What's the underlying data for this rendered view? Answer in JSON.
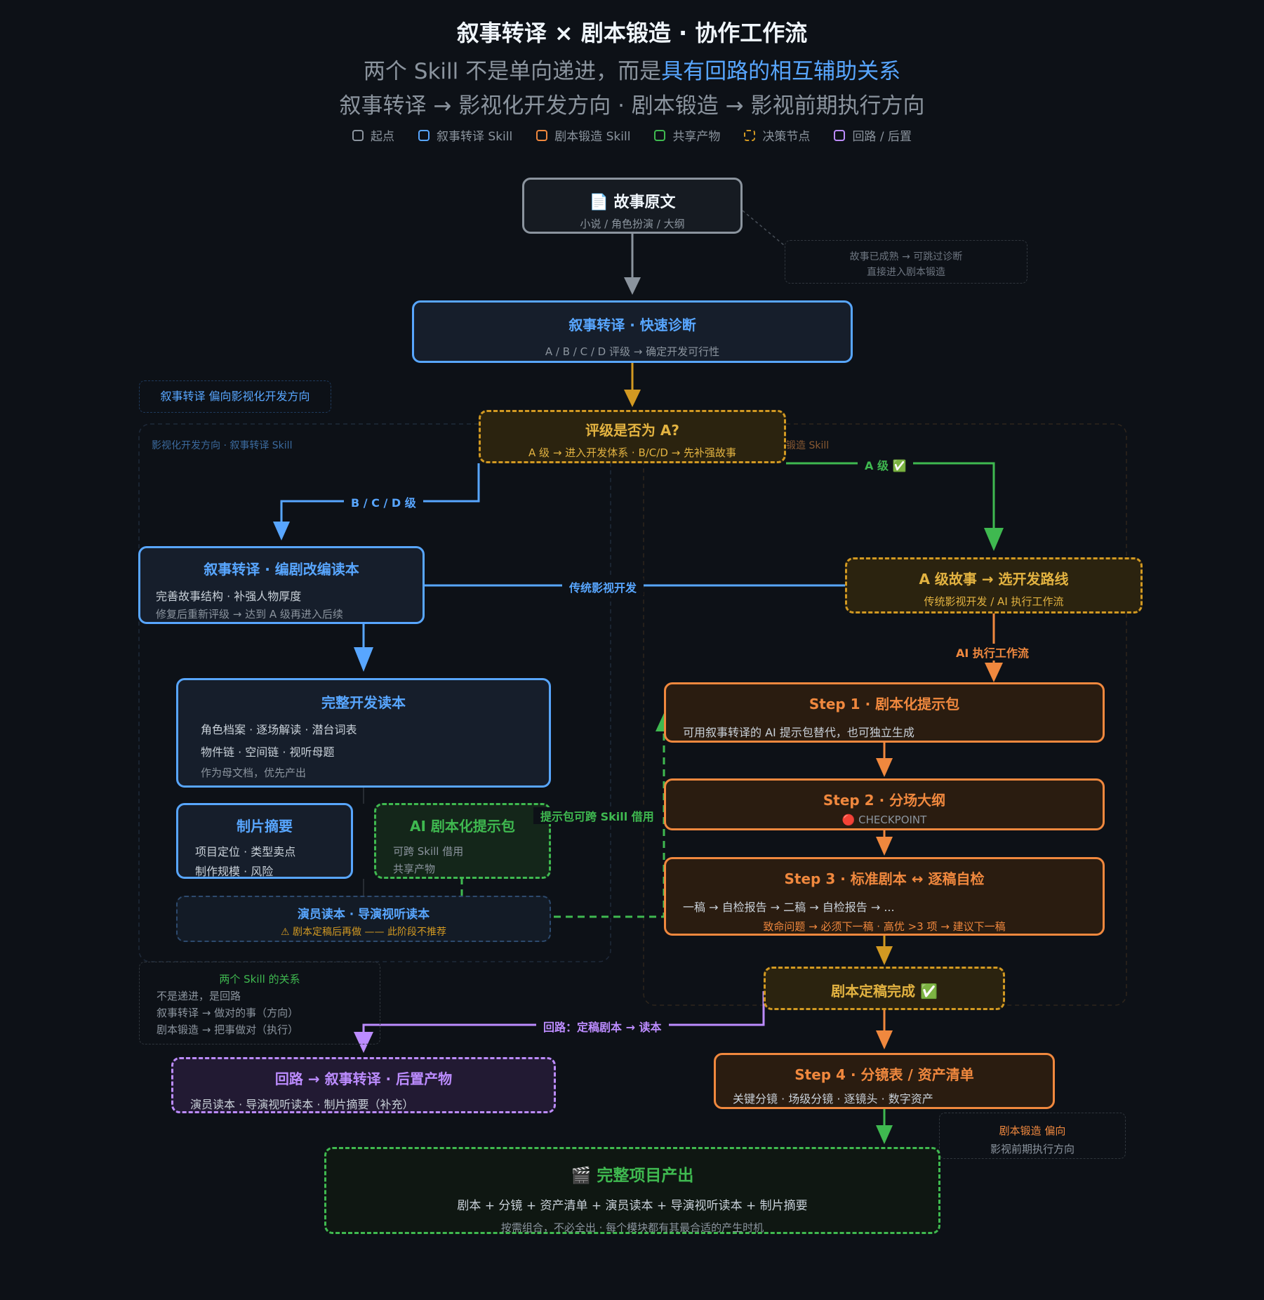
{
  "header": {
    "title": "叙事转译 × 剧本锻造 · 协作工作流",
    "subtitle1_a": "两个 Skill 不是单向递进，而是",
    "subtitle1_b": "具有回路的相互辅助关系",
    "subtitle2": "叙事转译 → 影视化开发方向 · 剧本锻造 → 影视前期执行方向"
  },
  "legend": [
    {
      "label": "起点",
      "color": "#8b949e"
    },
    {
      "label": "叙事转译 Skill",
      "color": "#58a6ff"
    },
    {
      "label": "剧本锻造 Skill",
      "color": "#f0883e"
    },
    {
      "label": "共享产物",
      "color": "#3fb950"
    },
    {
      "label": "决策节点",
      "color": "#d29922"
    },
    {
      "label": "回路 / 后置",
      "color": "#bc8cff"
    }
  ],
  "nodes": {
    "source": {
      "icon": "📄",
      "title": "故事原文",
      "sub": "小说 / 角色扮演 / 大纲"
    },
    "diagnosis": {
      "title": "叙事转译 · 快速诊断",
      "sub": "A / B / C / D 评级 → 确定开发可行性"
    },
    "decision_a": {
      "title": "评级是否为 A?",
      "sub": "A 级 → 进入开发体系 · B/C/D → 先补强故事"
    },
    "adapt_read": {
      "title": "叙事转译 · 编剧改编读本",
      "line1": "完善故事结构 · 补强人物厚度",
      "line2": "修复后重新评级 → 达到 A 级再进入后续"
    },
    "route": {
      "title": "A 级故事 → 选开发路线",
      "sub": "传统影视开发 / AI 执行工作流"
    },
    "full_read": {
      "title": "完整开发读本",
      "line1": "角色档案 · 逐场解读 · 潜台词表",
      "line2": "物件链 · 空间链 · 视听母题",
      "line3": "作为母文档，优先产出"
    },
    "prod_summary": {
      "title": "制片摘要",
      "line1": "项目定位 · 类型卖点",
      "line2": "制作规模 · 风险"
    },
    "ai_pack": {
      "title": "AI 剧本化提示包",
      "line1": "可跨 Skill 借用",
      "line2": "共享产物"
    },
    "actor_read": {
      "title": "演员读本 · 导演视听读本",
      "warn": "⚠ 剧本定稿后再做 —— 此阶段不推荐"
    },
    "step1": {
      "title": "Step 1 · 剧本化提示包",
      "sub": "可用叙事转译的 AI 提示包替代，也可独立生成"
    },
    "step2": {
      "title": "Step 2 · 分场大纲",
      "sub": "🔴 CHECKPOINT"
    },
    "step3": {
      "title": "Step 3 · 标准剧本 ↔ 逐稿自检",
      "line1": "一稿 → 自检报告 → 二稿 → 自检报告 → ...",
      "line2": "致命问题 → 必须下一稿 · 高优 >3 项 → 建议下一稿"
    },
    "final": {
      "title": "剧本定稿完成 ✅"
    },
    "step4": {
      "title": "Step 4 · 分镜表 / 资产清单",
      "sub": "关键分镜 · 场级分镜 · 逐镜头 · 数字资产"
    },
    "loop": {
      "title": "回路 → 叙事转译 · 后置产物",
      "sub": "演员读本 · 导演视听读本 · 制片摘要（补充）"
    },
    "output": {
      "icon": "🎬",
      "title": "完整项目产出",
      "line1": "剧本 + 分镜 + 资产清单 + 演员读本 + 导演视听读本 + 制片摘要",
      "line2": "按需组合，不必全出 · 每个模块都有其最合适的产生时机"
    }
  },
  "notes": {
    "skip": {
      "line1": "故事已成熟 → 可跳过诊断",
      "line2": "直接进入剧本锻造"
    },
    "left_bias": "叙事转译 偏向影视化开发方向",
    "left_group": "影视化开发方向 · 叙事转译 Skill",
    "right_group": "锻造 Skill",
    "relation": {
      "title": "两个 Skill 的关系",
      "line1": "不是递进，是回路",
      "line2": "叙事转译 → 做对的事（方向）",
      "line3": "剧本锻造 → 把事做对（执行）"
    },
    "right_bias": {
      "line1": "剧本锻造 偏向",
      "line2": "影视前期执行方向"
    }
  },
  "edge_labels": {
    "bcd": "B / C / D 级",
    "a_grade": "A 级 ✅",
    "traditional": "传统影视开发",
    "ai_flow": "AI 执行工作流",
    "borrow": "提示包可跨 Skill 借用",
    "loop": "回路：定稿剧本 → 读本"
  }
}
